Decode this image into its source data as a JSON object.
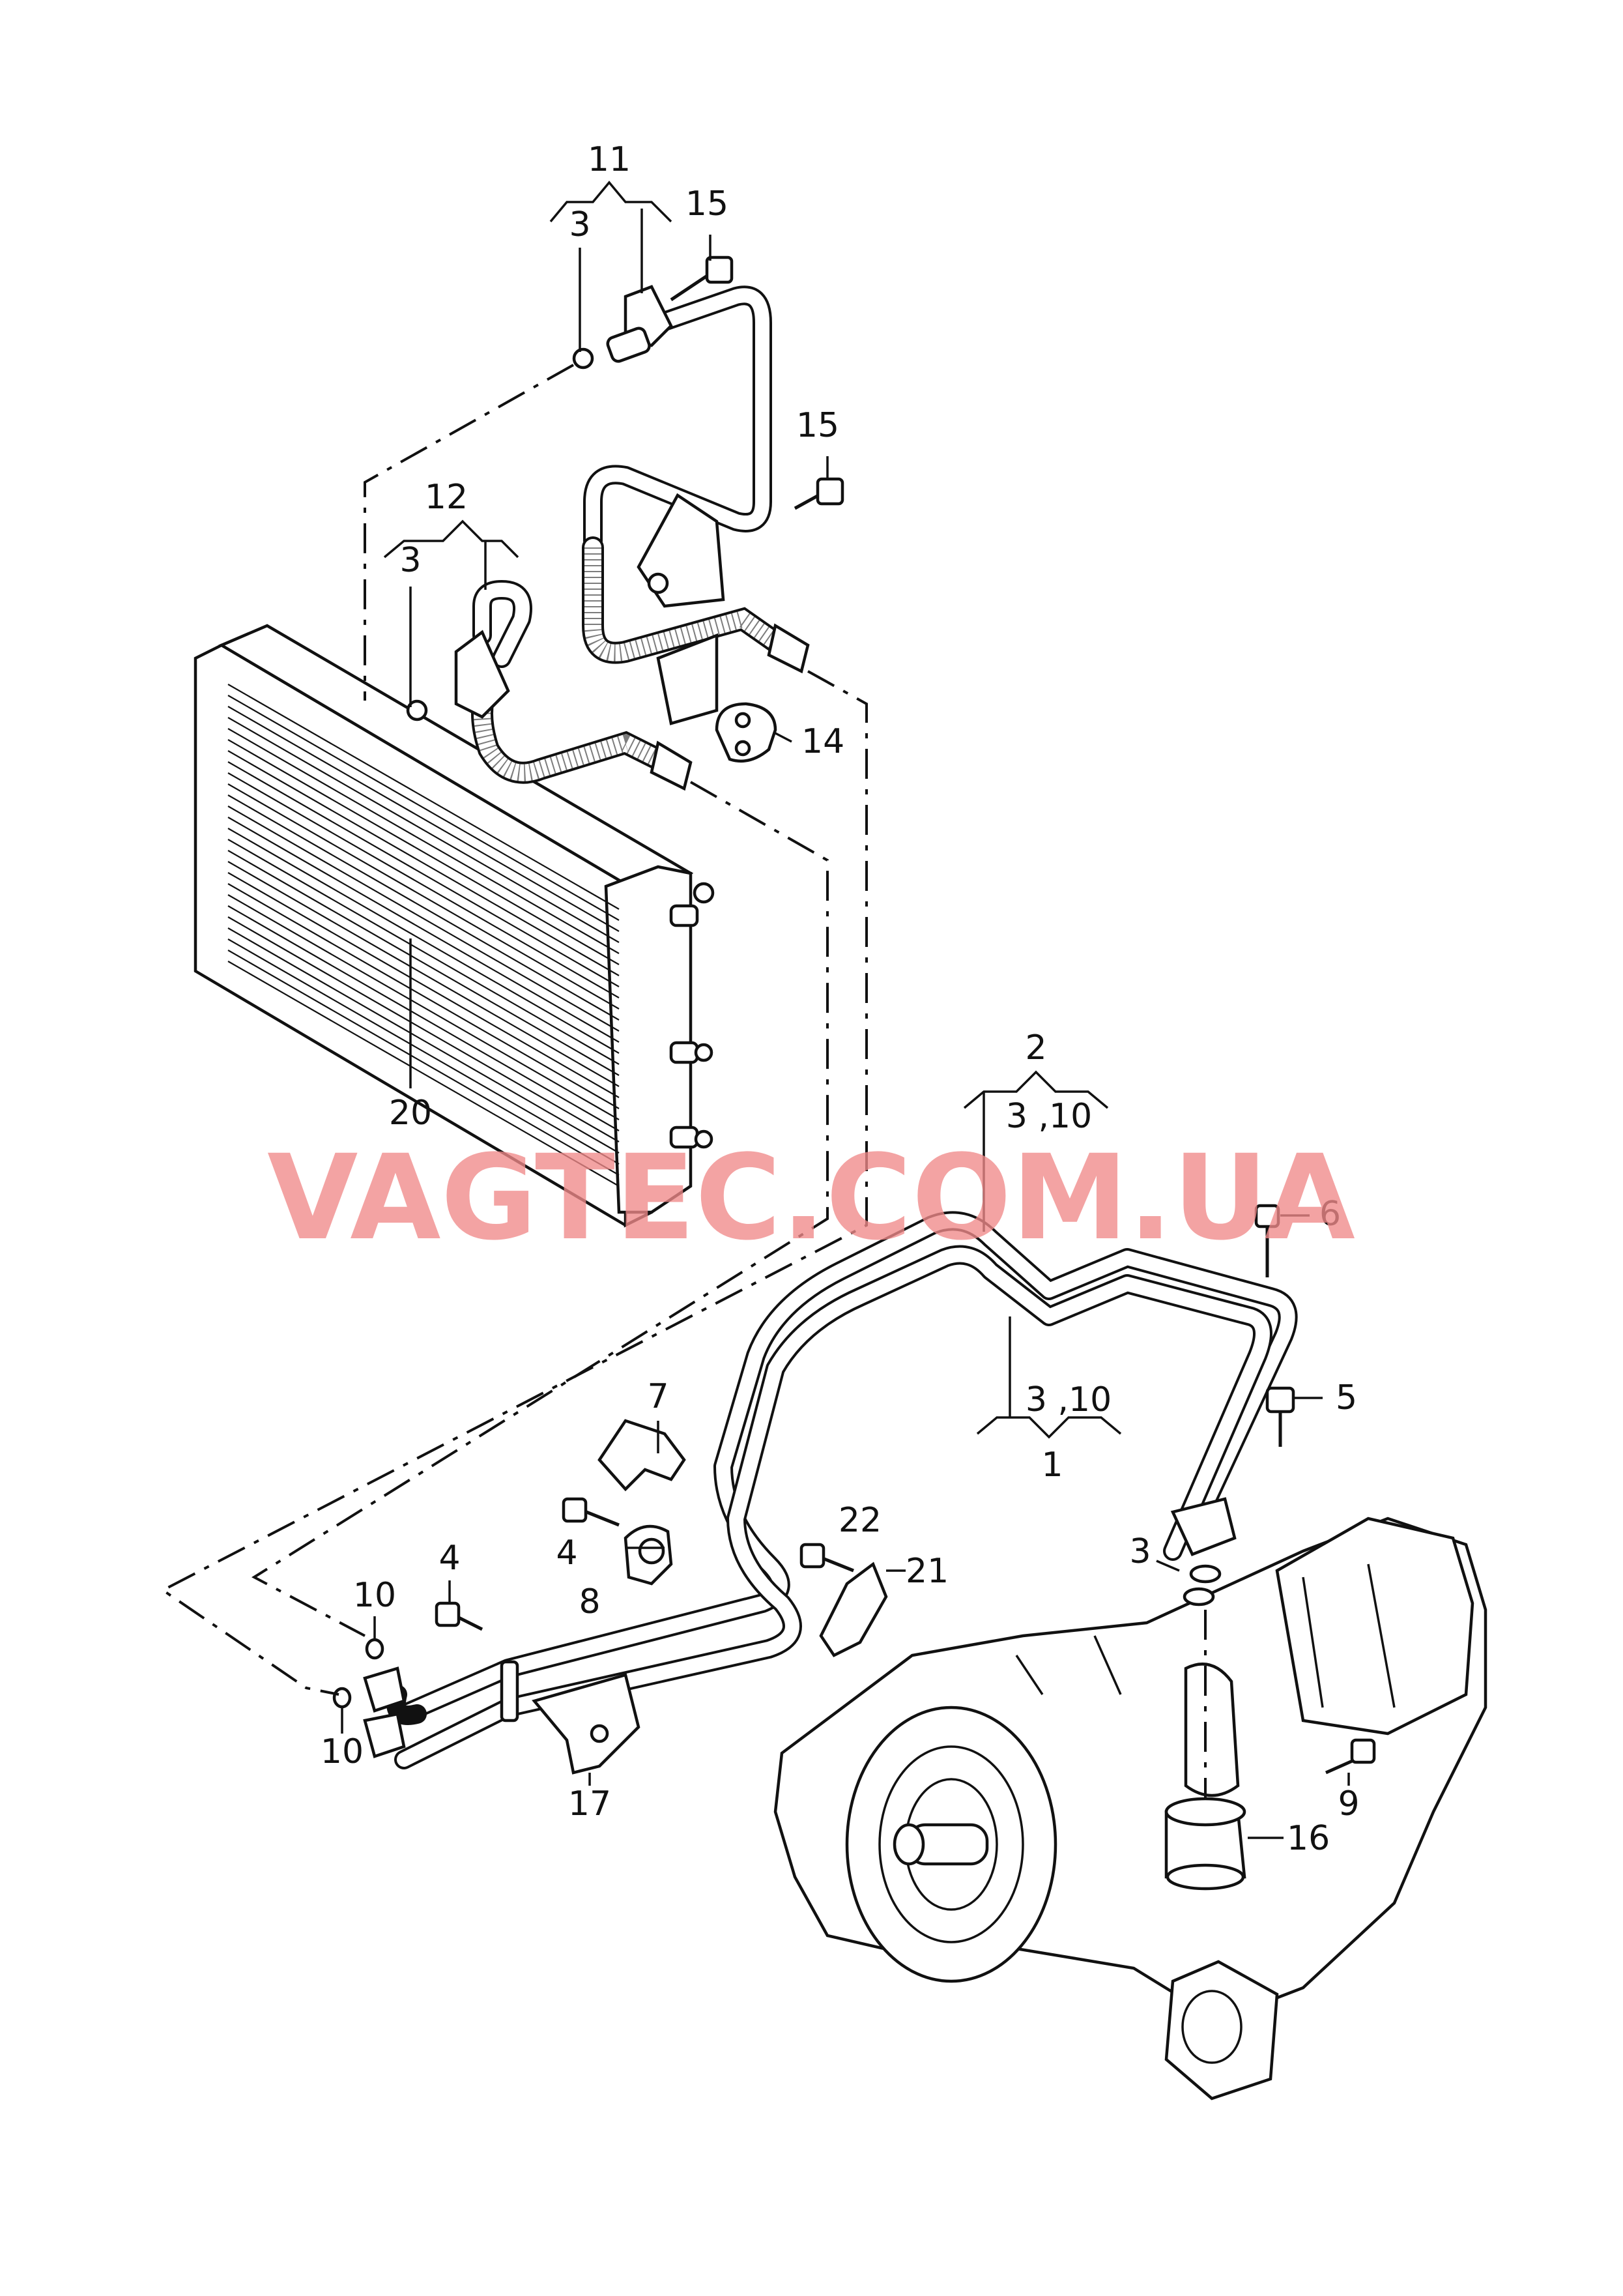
{
  "watermark": "VAGTEC.COM.UA",
  "callouts": {
    "c1": "1",
    "c2": "2",
    "c4a": "4",
    "c4b": "4",
    "c5": "5",
    "c6": "6",
    "c7": "7",
    "c8": "8",
    "c9": "9",
    "c10a": "10",
    "c10b": "10",
    "c11": "11",
    "c12": "12",
    "c14": "14",
    "c15a": "15",
    "c15b": "15",
    "c16": "16",
    "c17": "17",
    "c20": "20",
    "c21": "21",
    "c22": "22",
    "c3a": "3",
    "c3b": "3",
    "c3c": "3",
    "c2sub": "3 ,10",
    "c1sub": "3 ,10"
  }
}
